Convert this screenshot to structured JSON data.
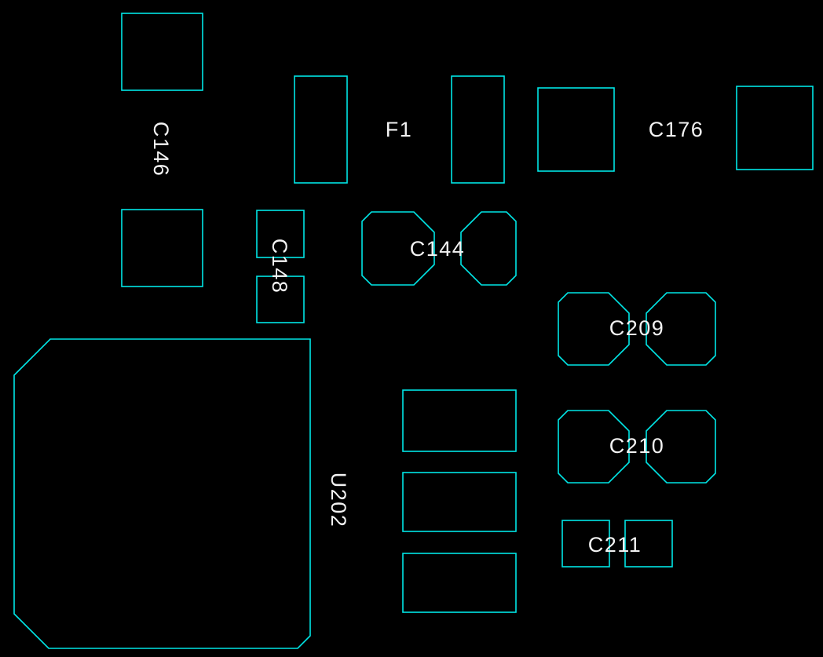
{
  "view": {
    "type": "pcb-layout-view",
    "background_color": "#000000",
    "outline_color": "#00e6e6",
    "label_color": "#f2f2f2"
  },
  "components": {
    "c146": {
      "label": "C146",
      "orientation": "vertical"
    },
    "f1": {
      "label": "F1",
      "orientation": "horizontal"
    },
    "c176": {
      "label": "C176",
      "orientation": "horizontal"
    },
    "c148": {
      "label": "C148",
      "orientation": "vertical"
    },
    "c144": {
      "label": "C144",
      "orientation": "horizontal"
    },
    "c209": {
      "label": "C209",
      "orientation": "horizontal"
    },
    "c210": {
      "label": "C210",
      "orientation": "horizontal"
    },
    "c211": {
      "label": "C211",
      "orientation": "horizontal"
    },
    "u202": {
      "label": "U202",
      "orientation": "vertical"
    }
  }
}
